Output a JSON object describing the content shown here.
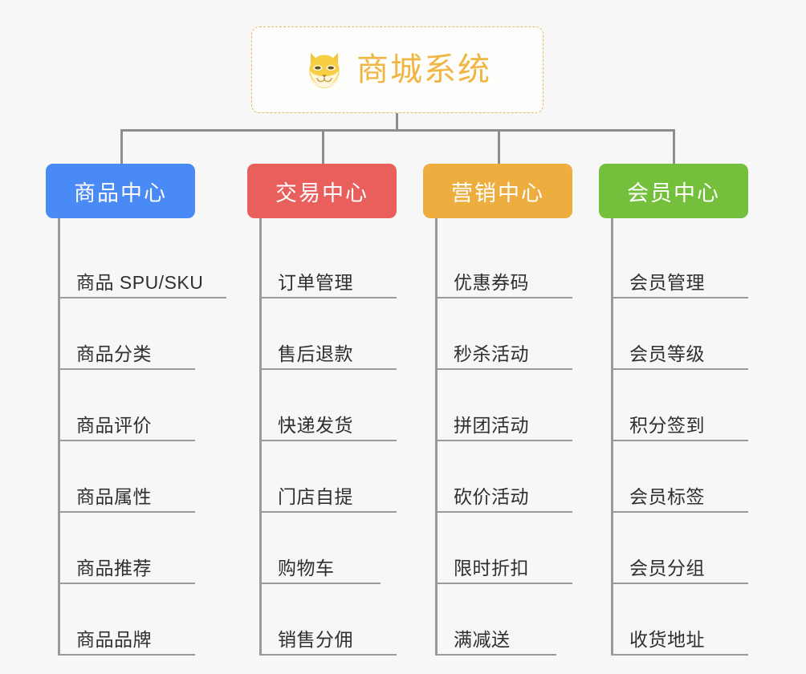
{
  "root": {
    "title": "商城系统",
    "icon": "shiba-dog-icon",
    "border_color": "#e8b95c",
    "text_color": "#f0b542",
    "background": "#fdfdfb"
  },
  "connector_color": "#8e8e8e",
  "page_background": "#f7f7f7",
  "columns": [
    {
      "title": "商品中心",
      "color": "#4a8af4",
      "items": [
        "商品 SPU/SKU",
        "商品分类",
        "商品评价",
        "商品属性",
        "商品推荐",
        "商品品牌"
      ]
    },
    {
      "title": "交易中心",
      "color": "#e95f5c",
      "items": [
        "订单管理",
        "售后退款",
        "快递发货",
        "门店自提",
        "购物车",
        "销售分佣"
      ]
    },
    {
      "title": "营销中心",
      "color": "#eead3f",
      "items": [
        "优惠券码",
        "秒杀活动",
        "拼团活动",
        "砍价活动",
        "限时折扣",
        "满减送"
      ]
    },
    {
      "title": "会员中心",
      "color": "#74c03c",
      "items": [
        "会员管理",
        "会员等级",
        "积分签到",
        "会员标签",
        "会员分组",
        "收货地址"
      ]
    }
  ]
}
